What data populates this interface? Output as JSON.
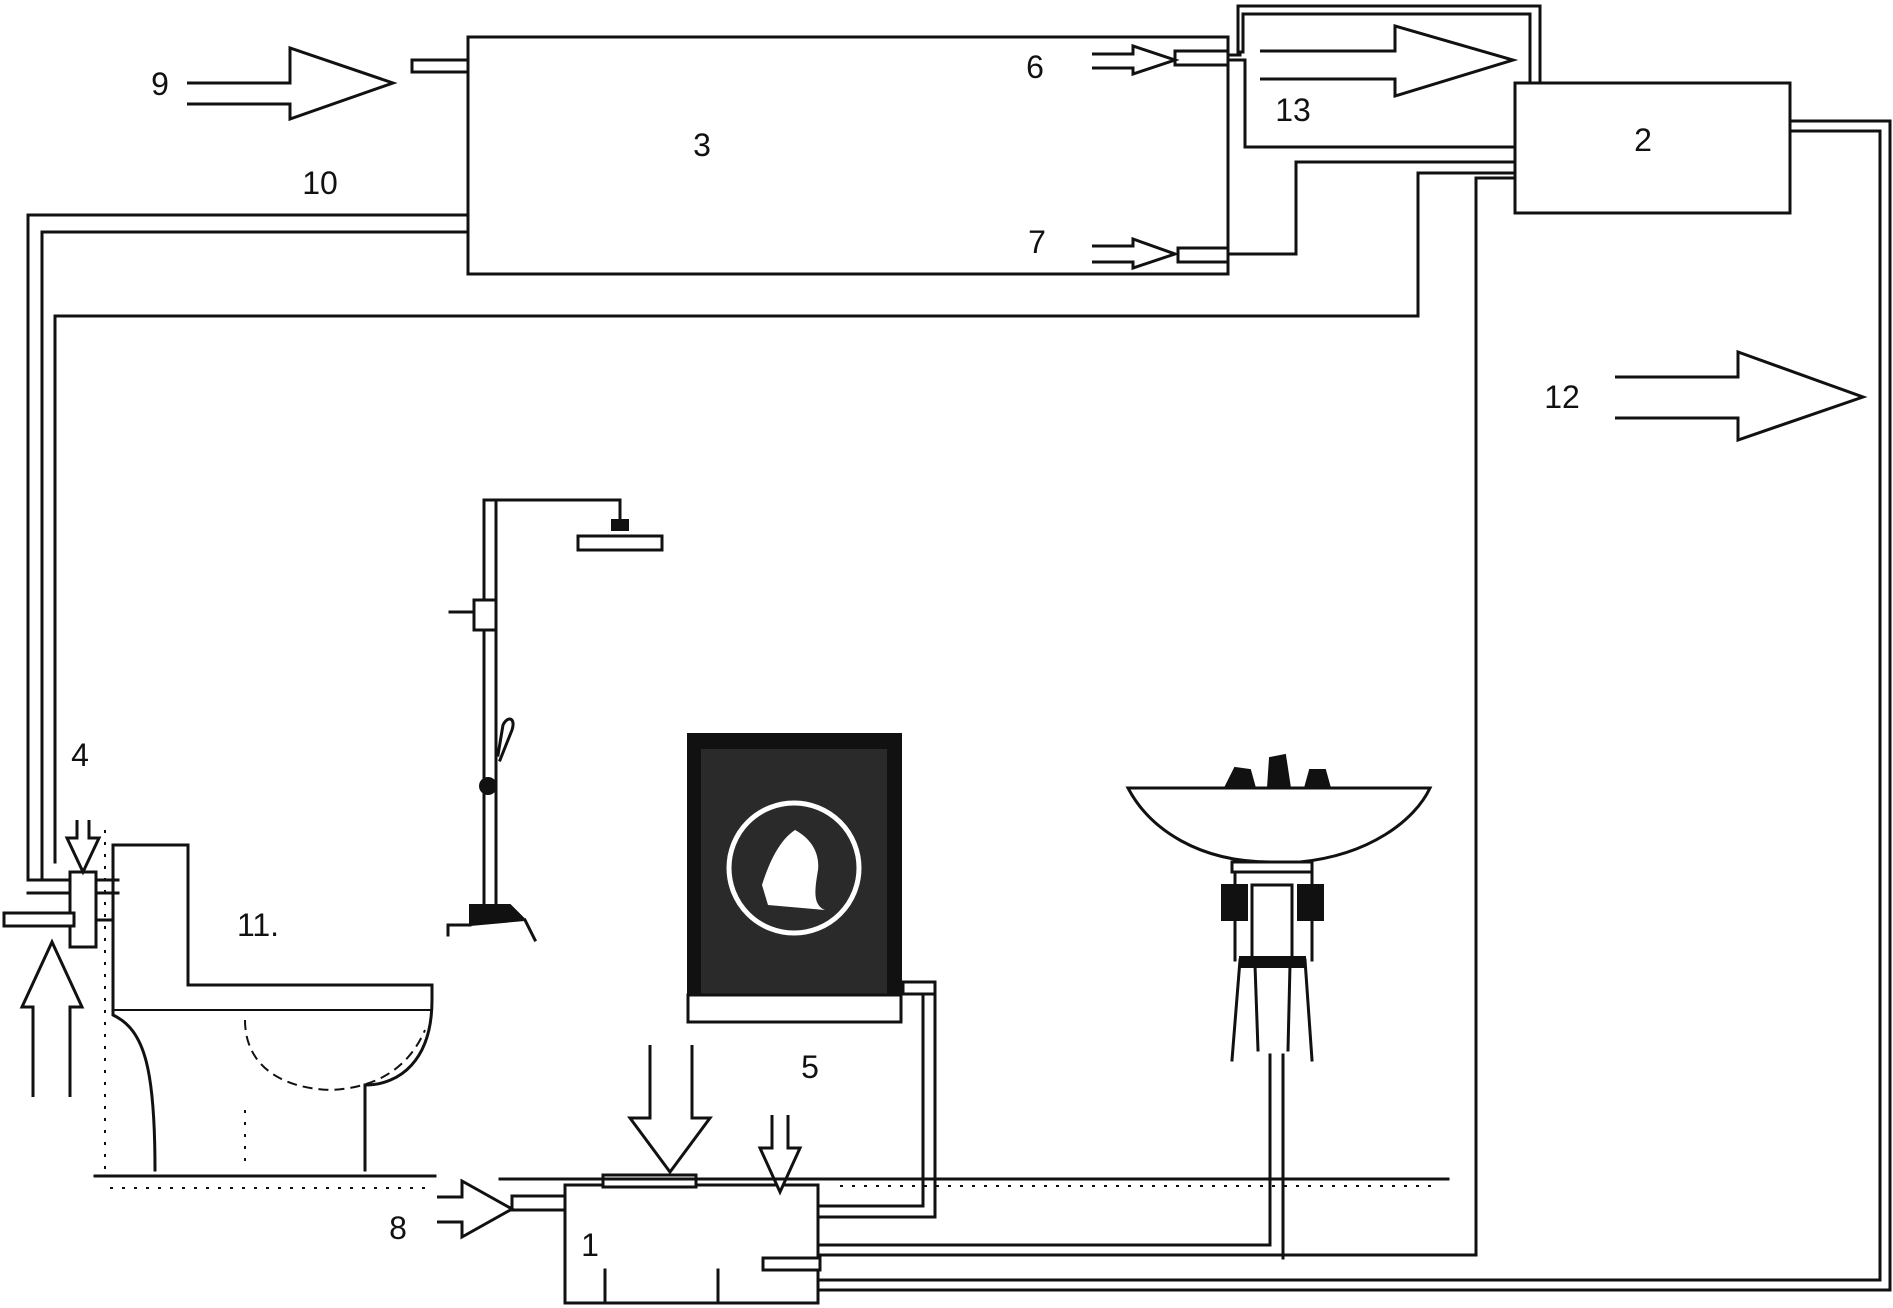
{
  "labels": {
    "sewage_tank": "1",
    "heat_pump_unit": "2",
    "water_heater_tank": "3",
    "mixing_valve": "4",
    "washing_machine": "5",
    "inlet_6": "6",
    "inlet_7": "7",
    "inlet_8": "8",
    "inlet_9": "9",
    "pipe_10": "10",
    "toilet": "11.",
    "outlet_12": "12",
    "flow_13": "13"
  }
}
